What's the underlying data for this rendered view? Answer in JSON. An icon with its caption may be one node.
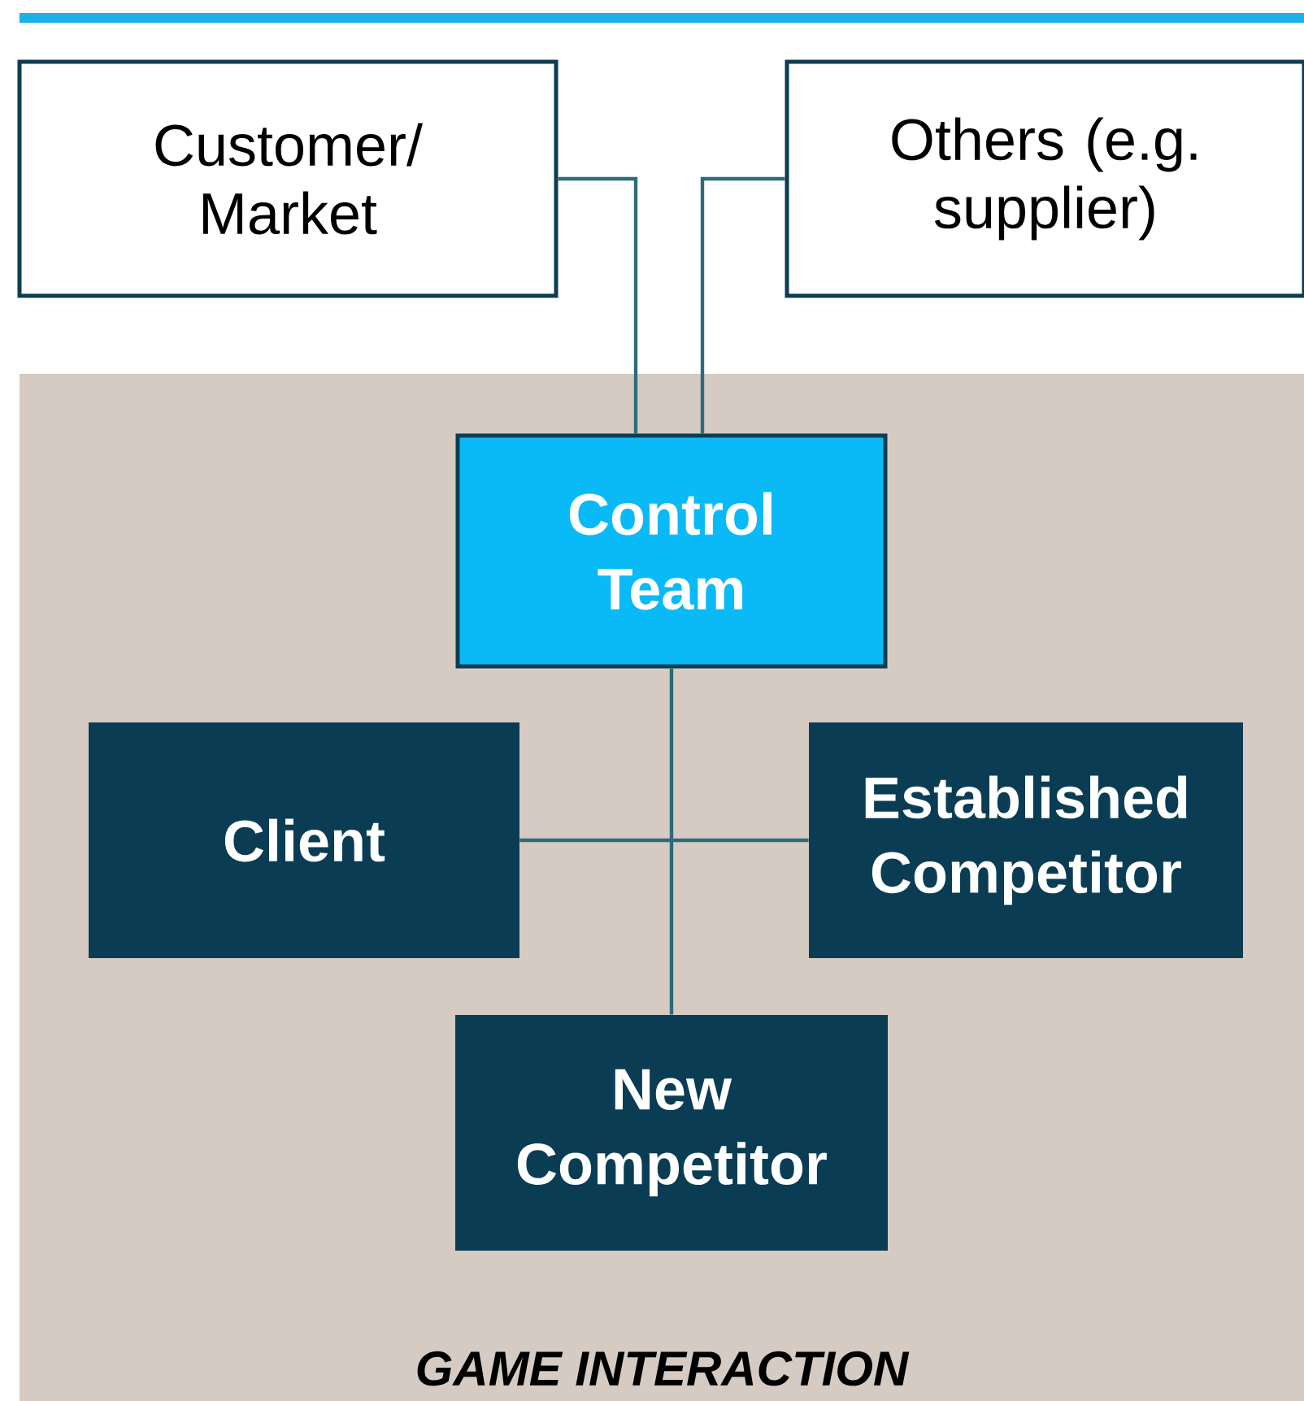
{
  "diagram": {
    "nodes": [
      {
        "text": [
          "Customer/ Market"
        ]
      },
      {
        "text": [
          "Others (e.g. supplier)"
        ]
      },
      {
        "text": [
          "GAME INTERACTION"
        ]
      },
      {
        "text": [
          "Control Team"
        ],
        "in": 2
      },
      {
        "text": [
          "Client"
        ],
        "in": 2
      },
      {
        "text": [
          "Established Competitor"
        ],
        "in": 2
      },
      {
        "text": [
          "New Competitor"
        ],
        "in": 2
      }
    ],
    "edges": [
      {
        "from": 0,
        "to": 3,
        "arrow": "none"
      },
      {
        "from": 1,
        "to": 3,
        "arrow": "none"
      },
      {
        "from": 3,
        "to": 6,
        "arrow": "none"
      },
      {
        "from": 4,
        "to": 5,
        "arrow": "none"
      }
    ]
  }
}
